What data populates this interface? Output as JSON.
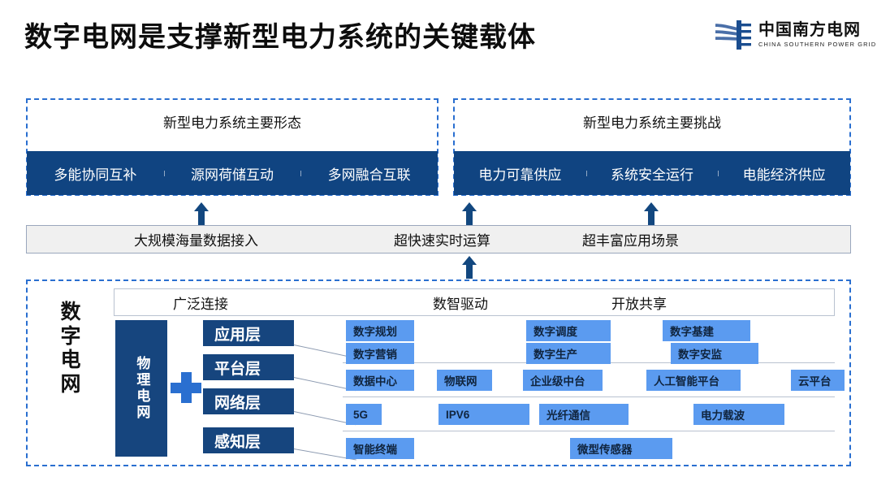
{
  "header": {
    "title": "数字电网是支撑新型电力系统的关键载体",
    "logo": {
      "cn": "中国南方电网",
      "en": "CHINA SOUTHERN POWER GRID"
    }
  },
  "colors": {
    "navy": "#104481",
    "deep_navy": "#16457e",
    "tag_blue": "#5b9bf0",
    "dash_blue": "#2a6fd0",
    "grey_bar": "#f0f0f0"
  },
  "panels": [
    {
      "title": "新型电力系统主要形态",
      "items": [
        "多能协同互补",
        "源网荷储互动",
        "多网融合互联"
      ]
    },
    {
      "title": "新型电力系统主要挑战",
      "items": [
        "电力可靠供应",
        "系统安全运行",
        "电能经济供应"
      ]
    }
  ],
  "capability_bar": {
    "items": [
      "大规模海量数据接入",
      "超快速实时运算",
      "超丰富应用场景"
    ]
  },
  "bottom": {
    "side_label": "数字电网",
    "column_heads": [
      "广泛连接",
      "数智驱动",
      "开放共享"
    ],
    "physical_grid": "物理电网",
    "plus": "+",
    "layers": [
      "应用层",
      "平台层",
      "网络层",
      "感知层"
    ],
    "tag_rows": [
      {
        "layer": "应用层",
        "tags": [
          "数字规划",
          "数字营销",
          "数字调度",
          "数字生产",
          "数字基建",
          "数字安监"
        ]
      },
      {
        "layer": "平台层",
        "tags": [
          "数据中心",
          "物联网",
          "企业级中台",
          "人工智能平台",
          "云平台"
        ]
      },
      {
        "layer": "网络层",
        "tags": [
          "5G",
          "IPV6",
          "光纤通信",
          "电力载波"
        ]
      },
      {
        "layer": "感知层",
        "tags": [
          "智能终端",
          "微型传感器"
        ]
      }
    ]
  }
}
